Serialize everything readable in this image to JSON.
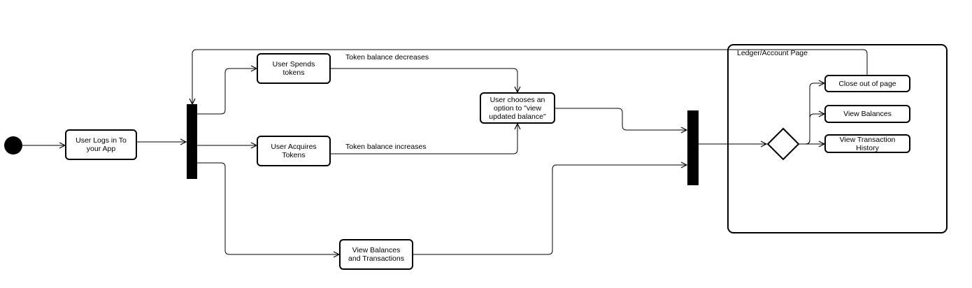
{
  "diagram": {
    "nodes": {
      "login": "User Logs in To\nyour App",
      "spends": "User Spends\ntokens",
      "acquires": "User Acquires\nTokens",
      "choose": "User chooses an\noption to \"view\nupdated balance\"",
      "view_bt": "View Balances\nand Transactions",
      "close": "Close out of page",
      "view_bal": "View Balances",
      "view_hist": "View Transaction\nHistory"
    },
    "container_label": "Ledger/Account Page",
    "edge_labels": {
      "decreases": "Token balance decreases",
      "increases": "Token balance increases"
    }
  }
}
